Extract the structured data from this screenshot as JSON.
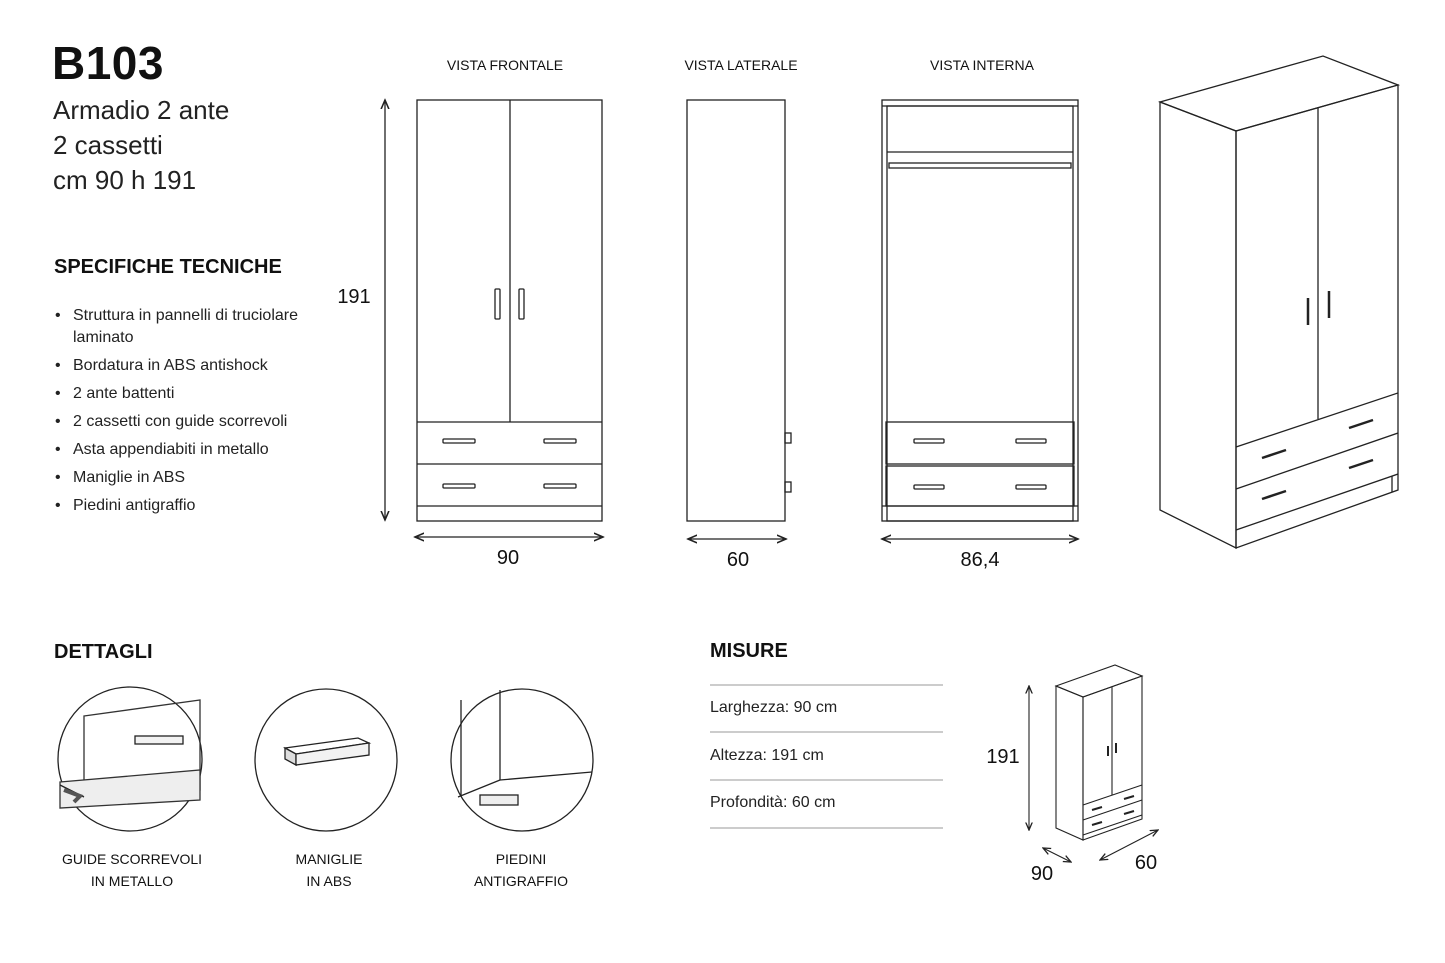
{
  "header": {
    "code": "B103",
    "subtitle_lines": [
      "Armadio 2 ante",
      "2 cassetti",
      "cm 90 h 191"
    ]
  },
  "specs": {
    "title": "SPECIFICHE TECNICHE",
    "items": [
      "Struttura in pannelli di truciolare laminato",
      "Bordatura in ABS antishock",
      "2 ante battenti",
      "2 cassetti con guide scorrevoli",
      "Asta appendiabiti in metallo",
      "Maniglie in ABS",
      "Piedini antigraffio"
    ]
  },
  "views": {
    "front": {
      "label": "VISTA FRONTALE",
      "height_dim": "191",
      "width_dim": "90"
    },
    "side": {
      "label": "VISTA LATERALE",
      "depth_dim": "60"
    },
    "interior": {
      "label": "VISTA INTERNA",
      "width_dim": "86,4"
    }
  },
  "details": {
    "title": "DETTAGLI",
    "items": [
      {
        "line1": "GUIDE SCORREVOLI",
        "line2": "IN METALLO"
      },
      {
        "line1": "MANIGLIE",
        "line2": "IN ABS"
      },
      {
        "line1": "PIEDINI",
        "line2": "ANTIGRAFFIO"
      }
    ]
  },
  "measures": {
    "title": "MISURE",
    "rows": [
      "Larghezza: 90 cm",
      "Altezza: 191 cm",
      "Profondità: 60 cm"
    ],
    "diagram": {
      "height": "191",
      "width": "90",
      "depth": "60"
    }
  }
}
